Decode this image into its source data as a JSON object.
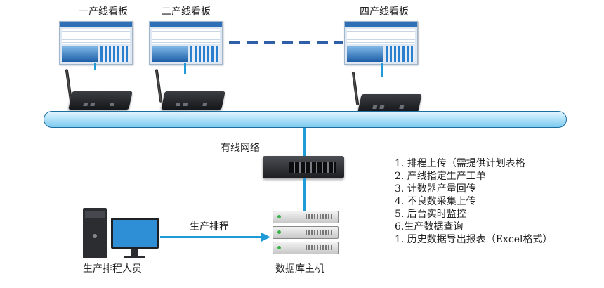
{
  "boards": [
    {
      "label": "一产线看板"
    },
    {
      "label": "二产线看板"
    },
    {
      "label": "四产线看板"
    }
  ],
  "network_label": "有线网络",
  "schedule_label": "生产排程",
  "operator_label": "生产排程人员",
  "db_label": "数据库主机",
  "features": [
    "1. 排程上传（需提供计划表格",
    "2. 产线指定生产工单",
    "3. 计数器产量回传",
    "4. 不良数采集上传",
    "5. 后台实时监控",
    "6.生产数据查询",
    "1. 历史数据导出报表（Excel格式）"
  ],
  "colors": {
    "line": "#1f9bd7",
    "bus": "#aee0f8",
    "dash": "#2e5fa8"
  }
}
